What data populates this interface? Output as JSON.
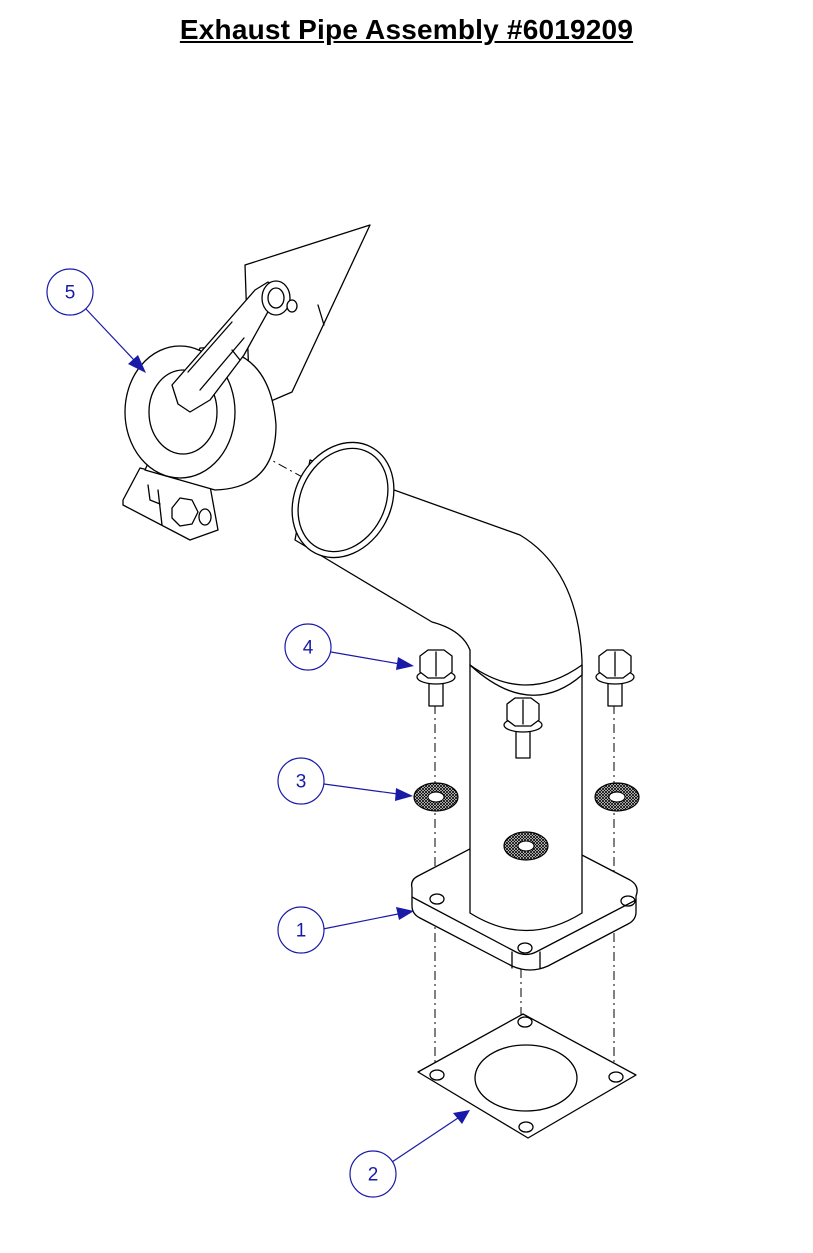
{
  "title": "Exhaust Pipe Assembly #6019209",
  "callouts": [
    {
      "label": "1"
    },
    {
      "label": "2"
    },
    {
      "label": "3"
    },
    {
      "label": "4"
    },
    {
      "label": "5"
    }
  ],
  "colors": {
    "callout": "#1a1aa8",
    "line": "#000000",
    "background": "#ffffff"
  }
}
